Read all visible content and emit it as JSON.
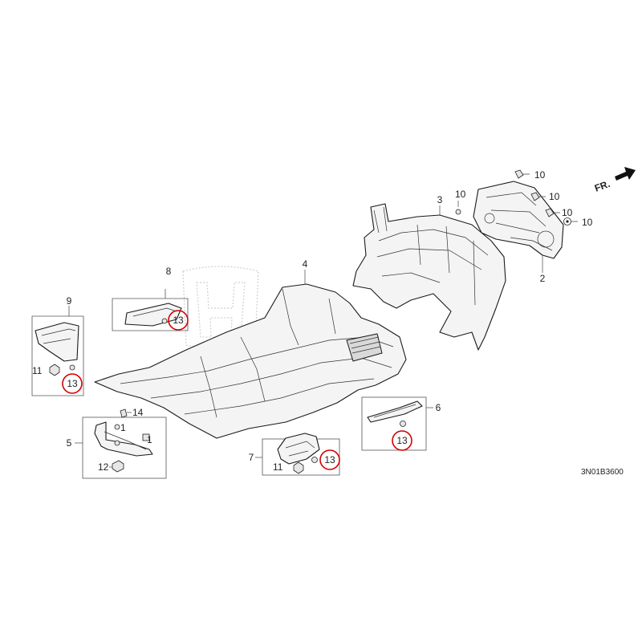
{
  "arrow": {
    "label": "FR."
  },
  "reference_code": "3N01B3600",
  "callouts": {
    "p1a": "1",
    "p1b": "1",
    "p2": "2",
    "p3": "3",
    "p4": "4",
    "p5": "5",
    "p6": "6",
    "p7": "7",
    "p8": "8",
    "p9": "9",
    "p10a": "10",
    "p10b": "10",
    "p10c": "10",
    "p10d": "10",
    "p10e": "10",
    "p11a": "11",
    "p11b": "11",
    "p12": "12",
    "p13a": "13",
    "p13b": "13",
    "p13c": "13",
    "p13d": "13",
    "p14": "14"
  },
  "highlight_color": "#d40000"
}
